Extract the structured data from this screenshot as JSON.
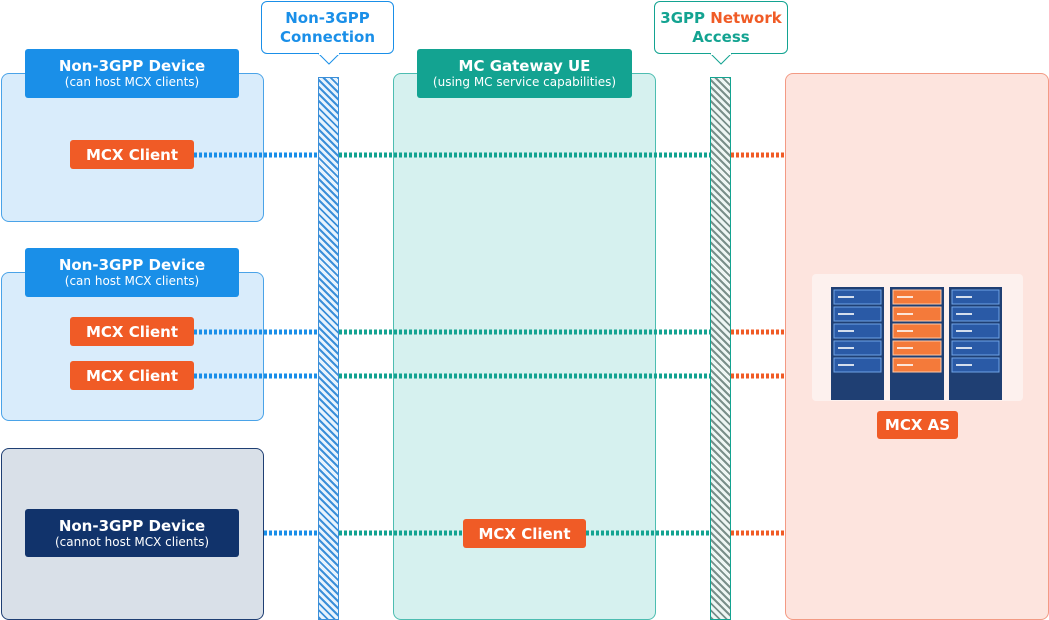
{
  "colors": {
    "blue": "#1a8fe8",
    "navy": "#11336b",
    "teal": "#13a391",
    "orange": "#f05b26",
    "light_blue": "#d9ecfb",
    "light_teal": "#d6f1ef",
    "light_orange": "#fde4de",
    "light_grey": "#d9e0e8"
  },
  "callouts": {
    "non3gpp_connection": "Non-3GPP\nConnection",
    "network_access_prefix": "3GPP",
    "network_access_rest": " Network",
    "network_access_line2": "Access"
  },
  "devices": [
    {
      "title": "Non-3GPP Device",
      "subtitle": "(can host MCX clients)",
      "clients": [
        "MCX Client"
      ]
    },
    {
      "title": "Non-3GPP Device",
      "subtitle": "(can host MCX clients)",
      "clients": [
        "MCX Client",
        "MCX Client"
      ]
    },
    {
      "title": "Non-3GPP Device",
      "subtitle": "(cannot host MCX clients)",
      "clients": []
    }
  ],
  "gateway": {
    "title": "MC Gateway UE",
    "subtitle": "(using MC service capabilities)",
    "client": "MCX Client"
  },
  "server": {
    "label": "MCX AS",
    "icon": "server-rack-icon"
  }
}
